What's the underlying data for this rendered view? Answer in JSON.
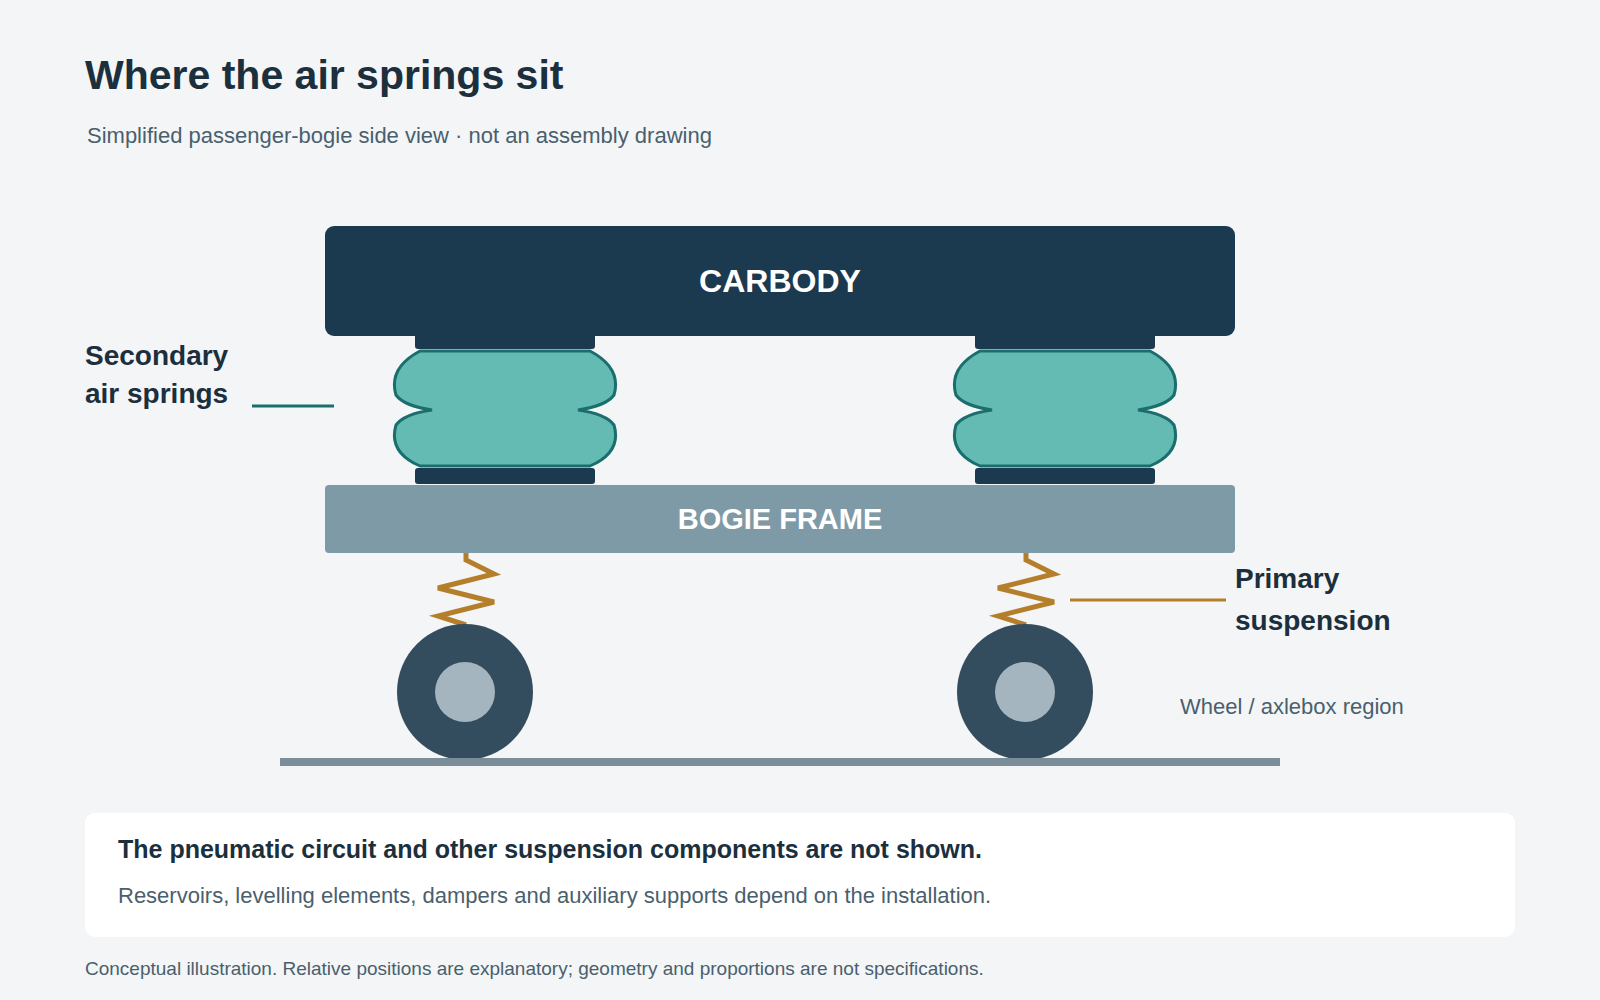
{
  "diagram": {
    "title": "Where the air springs sit",
    "caption": "Conceptual illustration. Relative positions are explanatory; geometry and proportions are not specifications.",
    "nodes": [
      {
        "text": [
          "CARBODY"
        ]
      },
      {
        "text": [
          "BOGIE FRAME"
        ]
      },
      {
        "text": [
          "The pneumatic circuit and other suspension components are not shown.",
          "Reservoirs, levelling elements, dampers and auxiliary supports depend on the installation."
        ]
      }
    ],
    "labels": [
      "Simplified passenger-bogie side view · not an assembly drawing",
      "Secondary air springs",
      "Primary suspension",
      "Wheel / axlebox region"
    ]
  }
}
